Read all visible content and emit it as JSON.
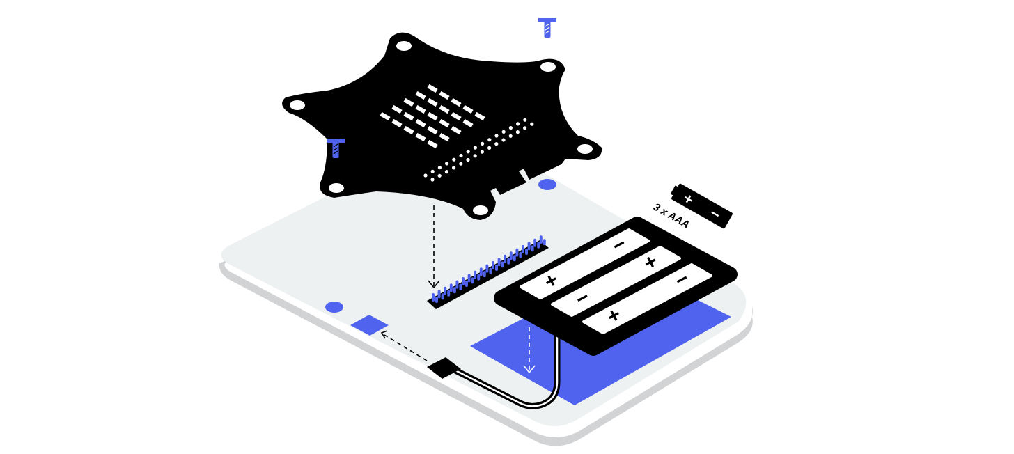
{
  "battery_label": "3 x AAA",
  "battery_icon": {
    "plus": "+",
    "minus": "−"
  },
  "batteries": [
    {
      "left_sign": "+",
      "right_sign": "−"
    },
    {
      "left_sign": "−",
      "right_sign": "+"
    },
    {
      "left_sign": "+",
      "right_sign": "−"
    }
  ],
  "led_grid": {
    "rows": 5,
    "cols": 5
  },
  "edge_pins": {
    "rows": 2,
    "per_row": 15
  },
  "colors": {
    "accent": "#4f63ef",
    "board": "#eef1f2",
    "board_shadow": "#d2d3d4",
    "ink": "#000000"
  }
}
